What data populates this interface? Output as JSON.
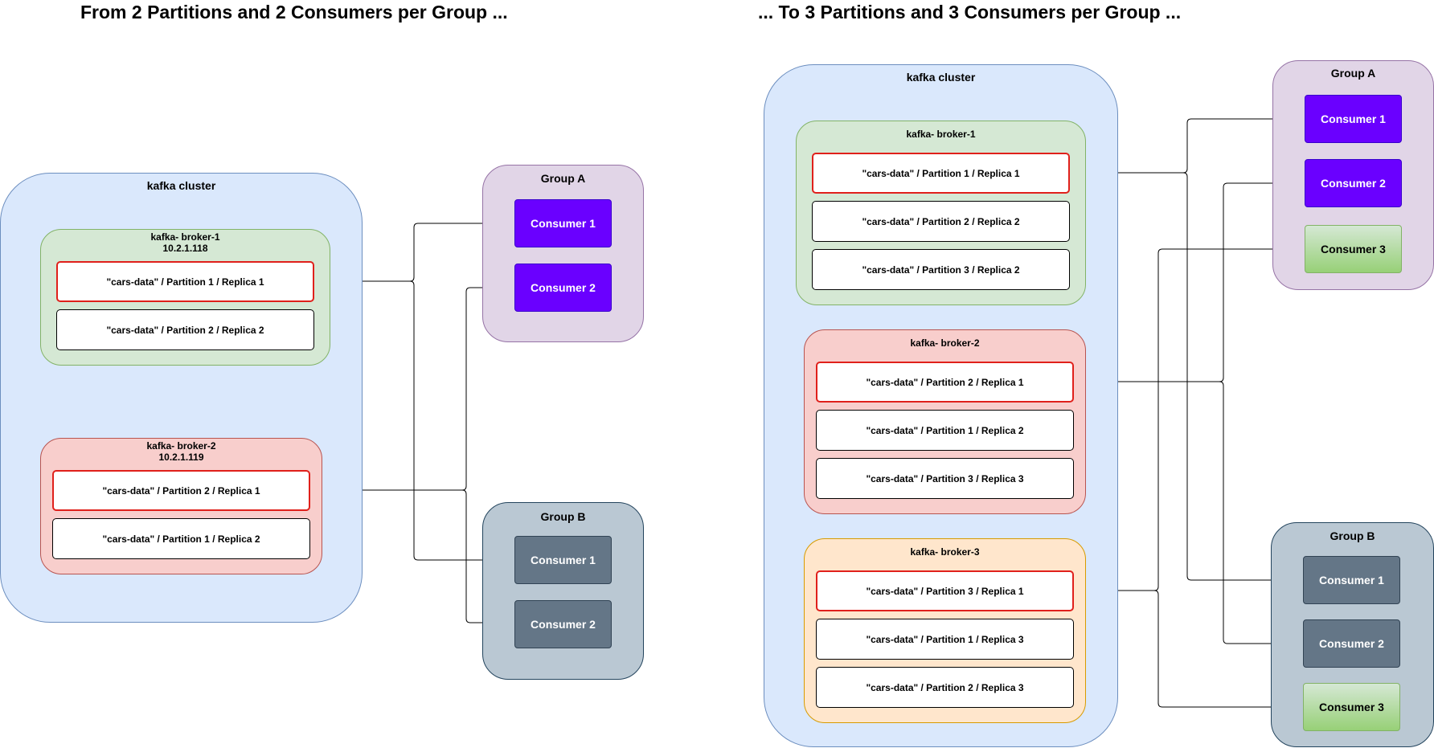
{
  "left": {
    "title": "From 2 Partitions and 2 Consumers per Group ...",
    "cluster_label": "kafka cluster",
    "broker1": {
      "name": "kafka- broker-1",
      "ip": "10.2.1.118",
      "partitions": [
        "\"cars-data\" / Partition 1 / Replica 1",
        "\"cars-data\" / Partition 2 / Replica 2"
      ]
    },
    "broker2": {
      "name": "kafka- broker-2",
      "ip": "10.2.1.119",
      "partitions": [
        "\"cars-data\" / Partition 2 / Replica 1",
        "\"cars-data\" / Partition 1 / Replica 2"
      ]
    },
    "group_a": {
      "label": "Group A",
      "consumers": [
        "Consumer 1",
        "Consumer 2"
      ]
    },
    "group_b": {
      "label": "Group B",
      "consumers": [
        "Consumer 1",
        "Consumer 2"
      ]
    }
  },
  "right": {
    "title": "... To 3 Partitions and 3 Consumers per Group ...",
    "cluster_label": "kafka cluster",
    "broker1": {
      "name": "kafka- broker-1",
      "partitions": [
        "\"cars-data\" / Partition 1 / Replica 1",
        "\"cars-data\" / Partition 2 / Replica 2",
        "\"cars-data\" / Partition 3 / Replica 2"
      ]
    },
    "broker2": {
      "name": "kafka- broker-2",
      "partitions": [
        "\"cars-data\" / Partition 2 / Replica 1",
        "\"cars-data\" / Partition 1 / Replica 2",
        "\"cars-data\" / Partition 3 / Replica 3"
      ]
    },
    "broker3": {
      "name": "kafka- broker-3",
      "partitions": [
        "\"cars-data\" / Partition 3 / Replica 1",
        "\"cars-data\" / Partition 1 / Replica 3",
        "\"cars-data\" / Partition 2 / Replica 3"
      ]
    },
    "group_a": {
      "label": "Group A",
      "consumers": [
        "Consumer 1",
        "Consumer 2",
        "Consumer 3"
      ]
    },
    "group_b": {
      "label": "Group B",
      "consumers": [
        "Consumer 1",
        "Consumer 2",
        "Consumer 3"
      ]
    }
  },
  "colors": {
    "cluster_fill": "#dae8fc",
    "broker_green_fill": "#d5e8d4",
    "broker_red_fill": "#f8cecc",
    "broker_orange_fill": "#ffe6cc",
    "leader_border": "#e0201b",
    "group_a_fill": "#e1d5e7",
    "group_b_fill": "#bac8d3",
    "consumer_violet": "#6a00ff",
    "consumer_gray": "#647687",
    "consumer_green": "#97d077"
  }
}
